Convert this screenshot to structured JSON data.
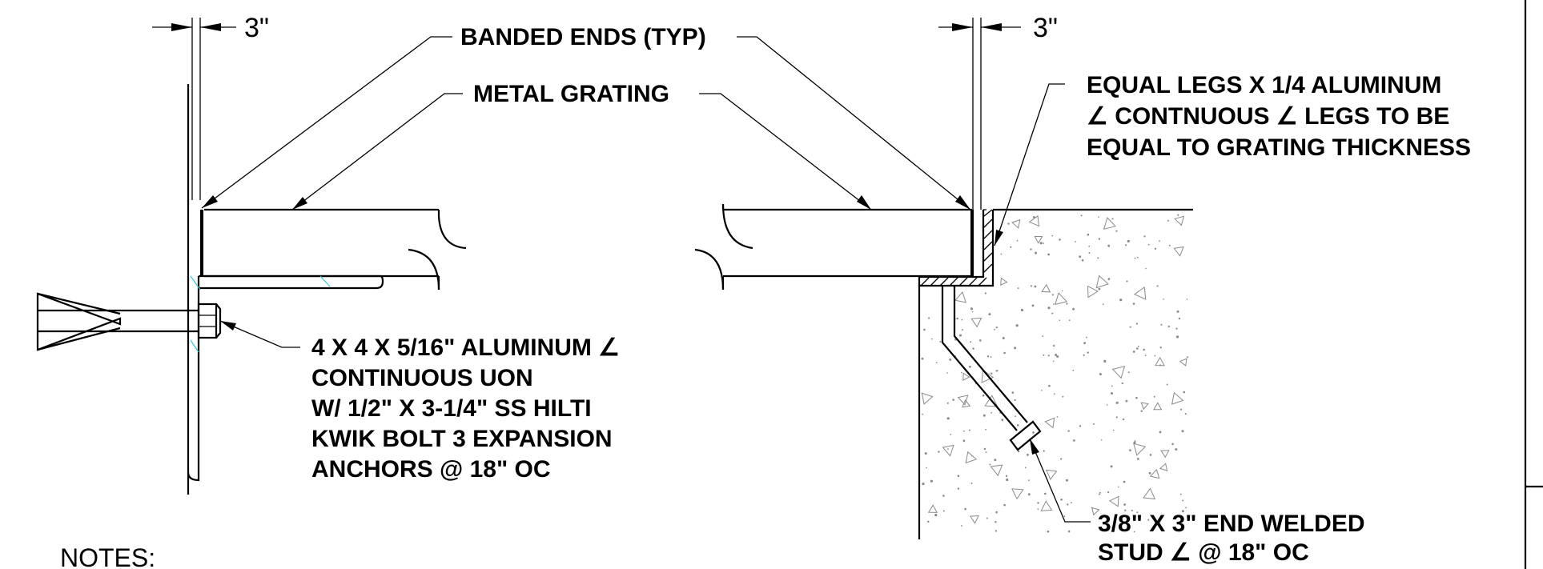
{
  "dimensions": {
    "left_gap": "3\"",
    "right_gap": "3\""
  },
  "callouts": {
    "banded_ends": "BANDED ENDS (TYP)",
    "metal_grating": "METAL GRATING",
    "aluminum_angle_right": [
      "EQUAL LEGS X 1/4 ALUMINUM",
      "∠ CONTNUOUS ∠ LEGS TO BE",
      "EQUAL TO GRATING THICKNESS"
    ],
    "aluminum_angle_left": [
      "4 X 4 X 5/16\" ALUMINUM ∠",
      "CONTINUOUS UON",
      "W/ 1/2\" X 3-1/4\" SS HILTI",
      "KWIK BOLT 3 EXPANSION",
      "ANCHORS @ 18\" OC"
    ],
    "welded_stud": [
      "3/8\" X 3\" END WELDED",
      "STUD ∠ @ 18\" OC"
    ]
  },
  "notes_heading": "NOTES:"
}
